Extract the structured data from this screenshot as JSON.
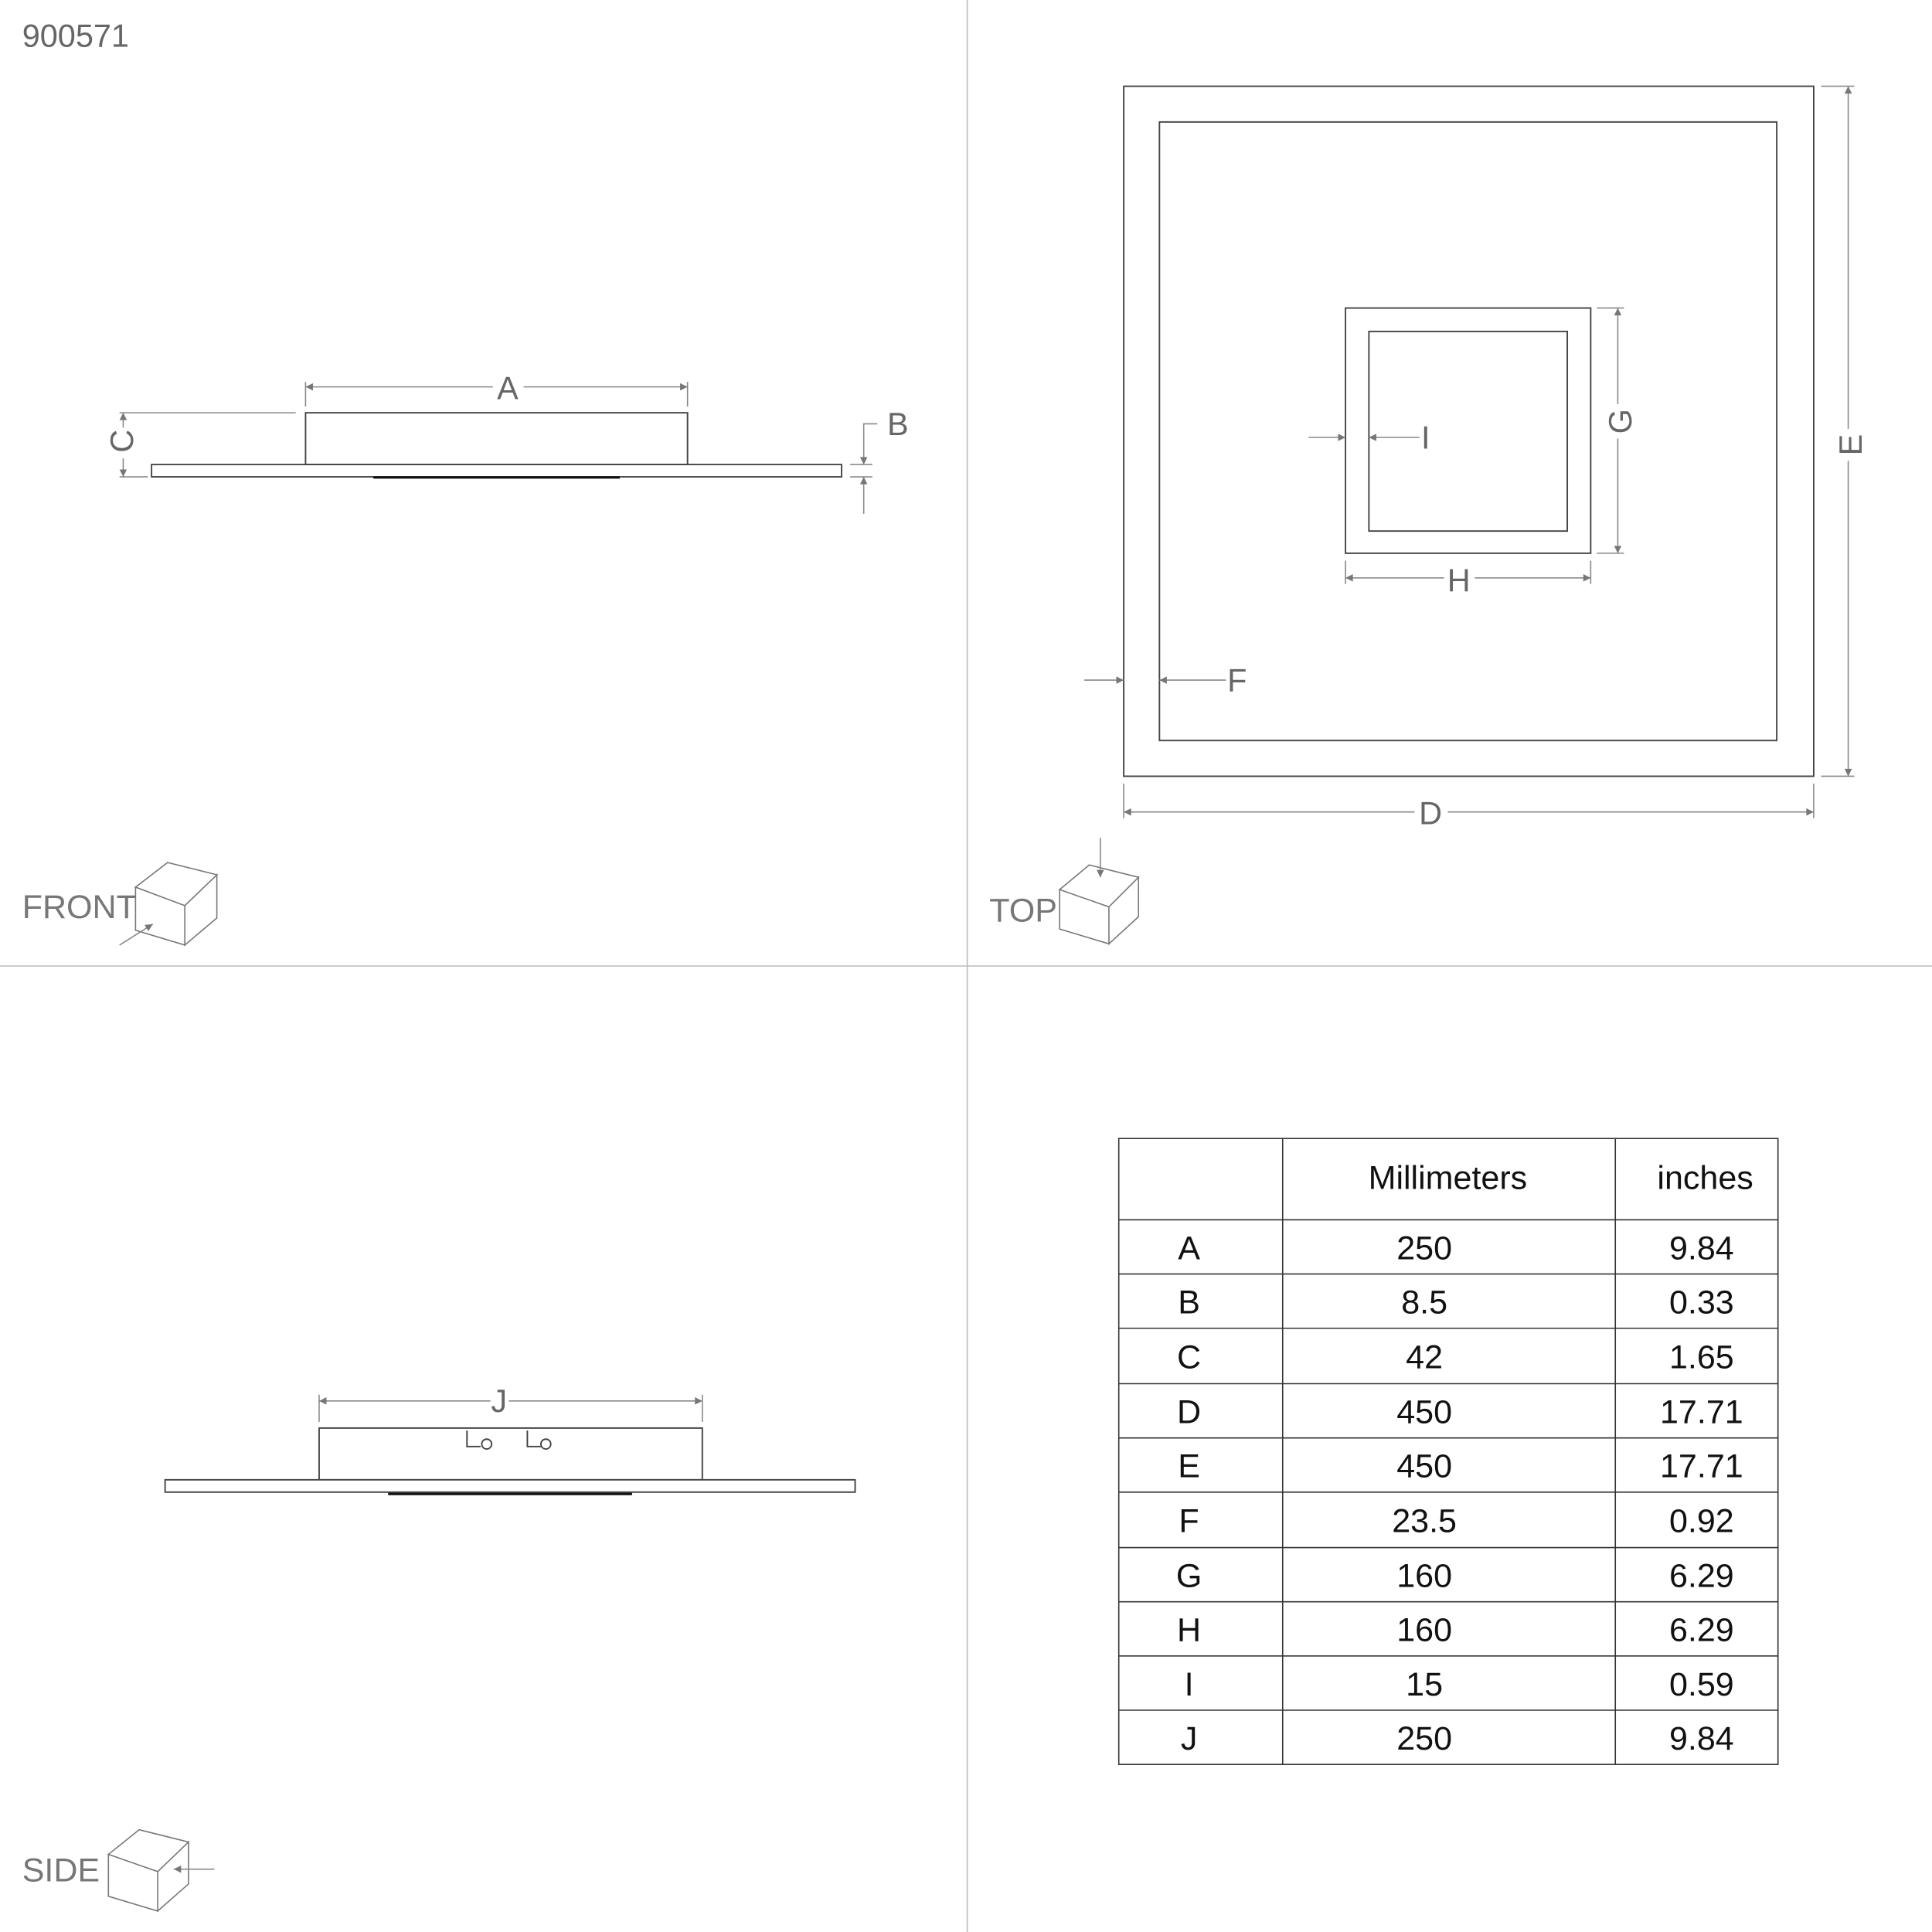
{
  "product_number": "900571",
  "views": {
    "front": "FRONT",
    "top": "TOP",
    "side": "SIDE"
  },
  "dimension_labels": {
    "A": "A",
    "B": "B",
    "C": "C",
    "D": "D",
    "E": "E",
    "F": "F",
    "G": "G",
    "H": "H",
    "I": "I",
    "J": "J"
  },
  "table": {
    "headers": [
      "",
      "Millimeters",
      "inches"
    ],
    "rows": [
      [
        "A",
        "250",
        "9.84"
      ],
      [
        "B",
        "8.5",
        "0.33"
      ],
      [
        "C",
        "42",
        "1.65"
      ],
      [
        "D",
        "450",
        "17.71"
      ],
      [
        "E",
        "450",
        "17.71"
      ],
      [
        "F",
        "23.5",
        "0.92"
      ],
      [
        "G",
        "160",
        "6.29"
      ],
      [
        "H",
        "160",
        "6.29"
      ],
      [
        "I",
        "15",
        "0.59"
      ],
      [
        "J",
        "250",
        "9.84"
      ]
    ]
  }
}
